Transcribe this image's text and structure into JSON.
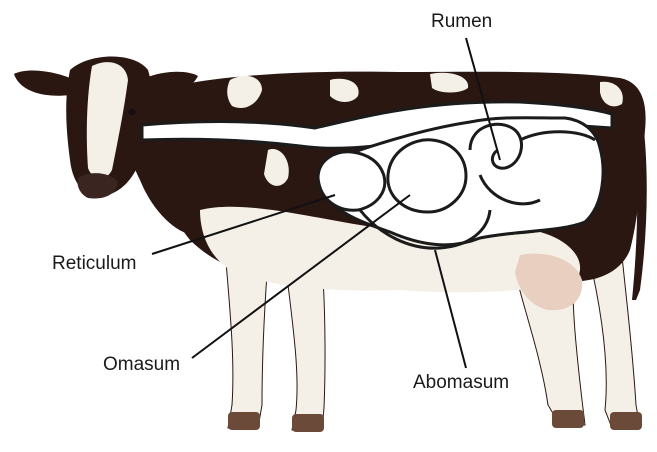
{
  "diagram": {
    "labels": {
      "rumen": "Rumen",
      "reticulum": "Reticulum",
      "omasum": "Omasum",
      "abomasum": "Abomasum"
    },
    "colors": {
      "hide_dark": "#2b1712",
      "hide_white": "#f4f0e8",
      "hoof": "#6b4a3a",
      "udder": "#e8cfc0",
      "organ_fill": "#ffffff",
      "organ_outline": "#1b1b1b",
      "leader_line": "#111111"
    }
  }
}
